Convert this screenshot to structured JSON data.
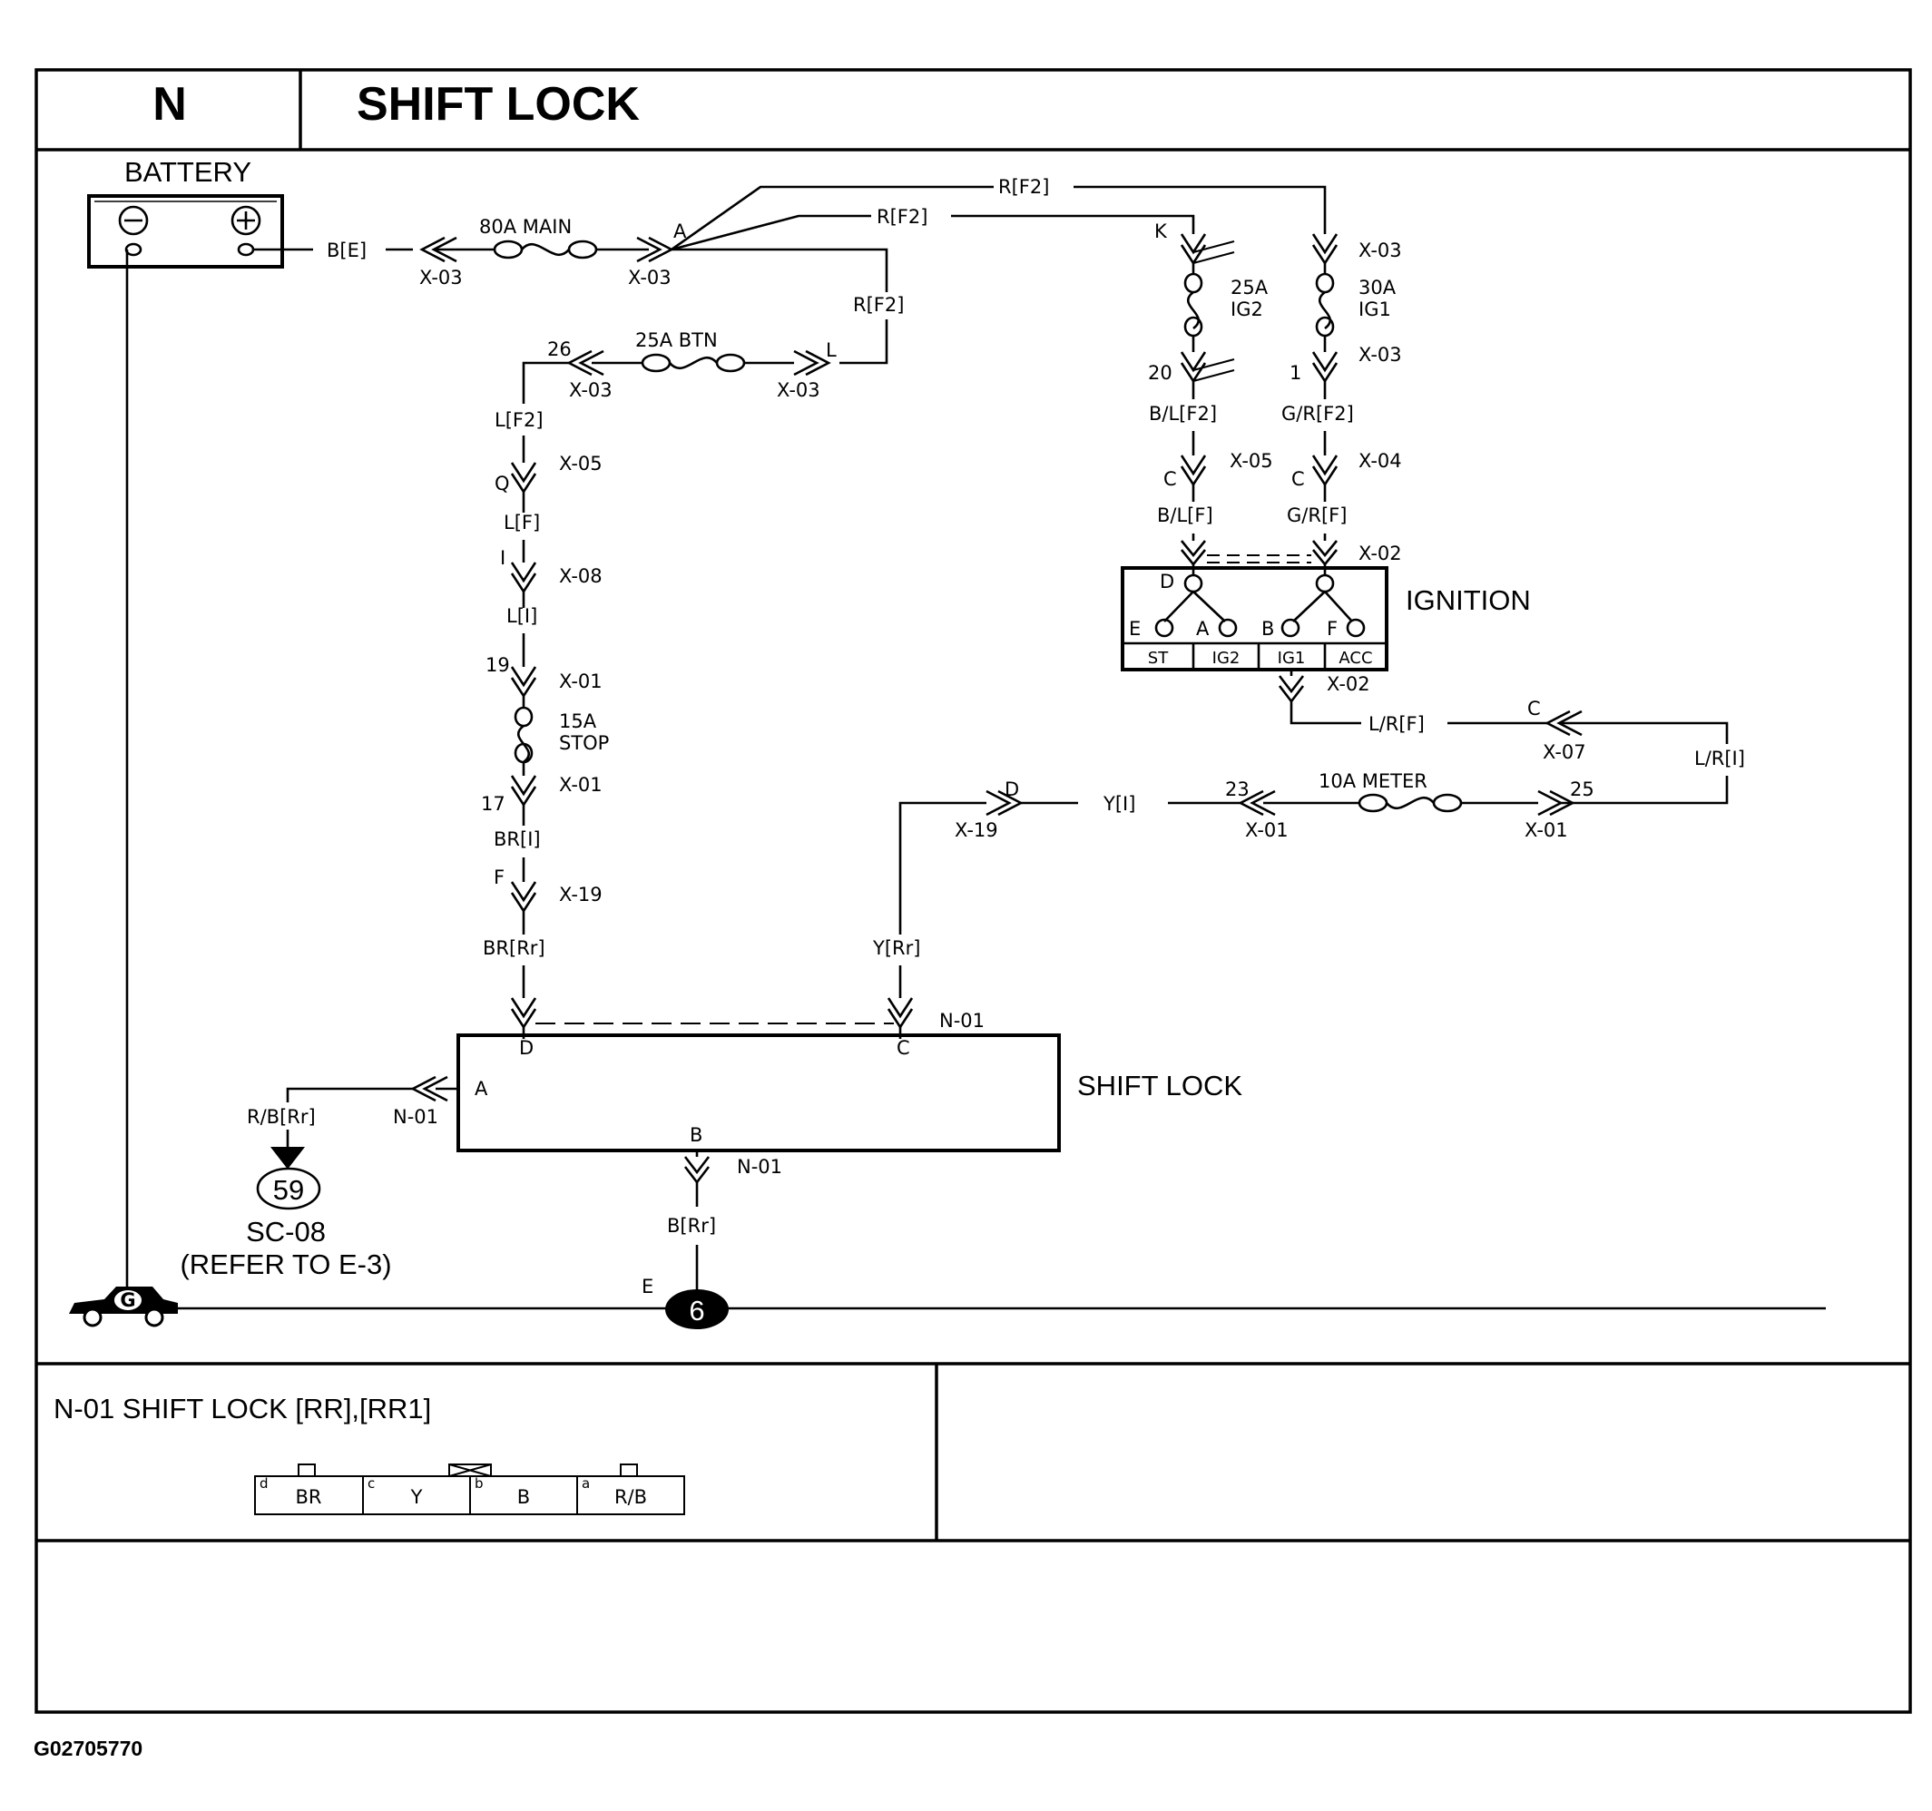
{
  "header": {
    "section": "N",
    "title": "SHIFT LOCK"
  },
  "battery": {
    "label": "BATTERY",
    "neg": "⊖",
    "pos": "⊕"
  },
  "fuses": {
    "main": "80A MAIN",
    "btn": "25A BTN",
    "ig2_a": "25A",
    "ig2_b": "IG2",
    "ig1_a": "30A",
    "ig1_b": "IG1",
    "stop_a": "15A",
    "stop_b": "STOP",
    "meter": "10A METER"
  },
  "wires": {
    "be": "B[E]",
    "rf2_top": "R[F2]",
    "rf2_mid": "R[F2]",
    "rf2_side": "R[F2]",
    "lf2": "L[F2]",
    "lf": "L[F]",
    "li": "L[I]",
    "bri": "BR[I]",
    "brrr": "BR[Rr]",
    "blf2": "B/L[F2]",
    "grf2": "G/R[F2]",
    "blf": "B/L[F]",
    "grf": "G/R[F]",
    "lrf": "L/R[F]",
    "lri": "L/R[I]",
    "yi": "Y[I]",
    "yrr": "Y[Rr]",
    "rbrr": "R/B[Rr]",
    "brr": "B[Rr]"
  },
  "connectors": {
    "x03_a": "X-03",
    "x03_b": "X-03",
    "x03_c": "X-03",
    "x03_d": "X-03",
    "x03_e": "X-03",
    "x03_f": "X-03",
    "x05_a": "X-05",
    "x05_b": "X-05",
    "x04": "X-04",
    "x08": "X-08",
    "x01_a": "X-01",
    "x01_b": "X-01",
    "x01_c": "X-01",
    "x01_d": "X-01",
    "x19_a": "X-19",
    "x19_b": "X-19",
    "x02_a": "X-02",
    "x02_b": "X-02",
    "x07": "X-07",
    "n01_a": "N-01",
    "n01_b": "N-01",
    "n01_c": "N-01"
  },
  "pins": {
    "a_main": "A",
    "k": "K",
    "p26": "26",
    "l_btn": "L",
    "p20": "20",
    "p1": "1",
    "q": "Q",
    "i": "I",
    "p19": "19",
    "p17": "17",
    "f": "F",
    "c_x05": "C",
    "c_x04": "C",
    "c_x07": "C",
    "d_x19": "D",
    "p23": "23",
    "p25": "25",
    "sl_d": "D",
    "sl_c": "C",
    "sl_a": "A",
    "sl_b": "B",
    "e_gnd": "E"
  },
  "ignition": {
    "label": "IGNITION",
    "t_d": "D",
    "t_e": "E",
    "t_a": "A",
    "t_b": "B",
    "t_f": "F",
    "positions": [
      "ST",
      "IG2",
      "IG1",
      "ACC"
    ]
  },
  "shift_lock_box": {
    "label": "SHIFT LOCK"
  },
  "reference": {
    "number": "59",
    "code": "SC-08",
    "note": "(REFER TO E-3)"
  },
  "ground": {
    "car": "G",
    "point": "6"
  },
  "connector_view": {
    "title": "N-01 SHIFT LOCK [RR],[RR1]",
    "cells": [
      {
        "pin": "d",
        "wire": "BR"
      },
      {
        "pin": "c",
        "wire": "Y"
      },
      {
        "pin": "b",
        "wire": "B"
      },
      {
        "pin": "a",
        "wire": "R/B"
      }
    ]
  },
  "figure_id": "G02705770"
}
